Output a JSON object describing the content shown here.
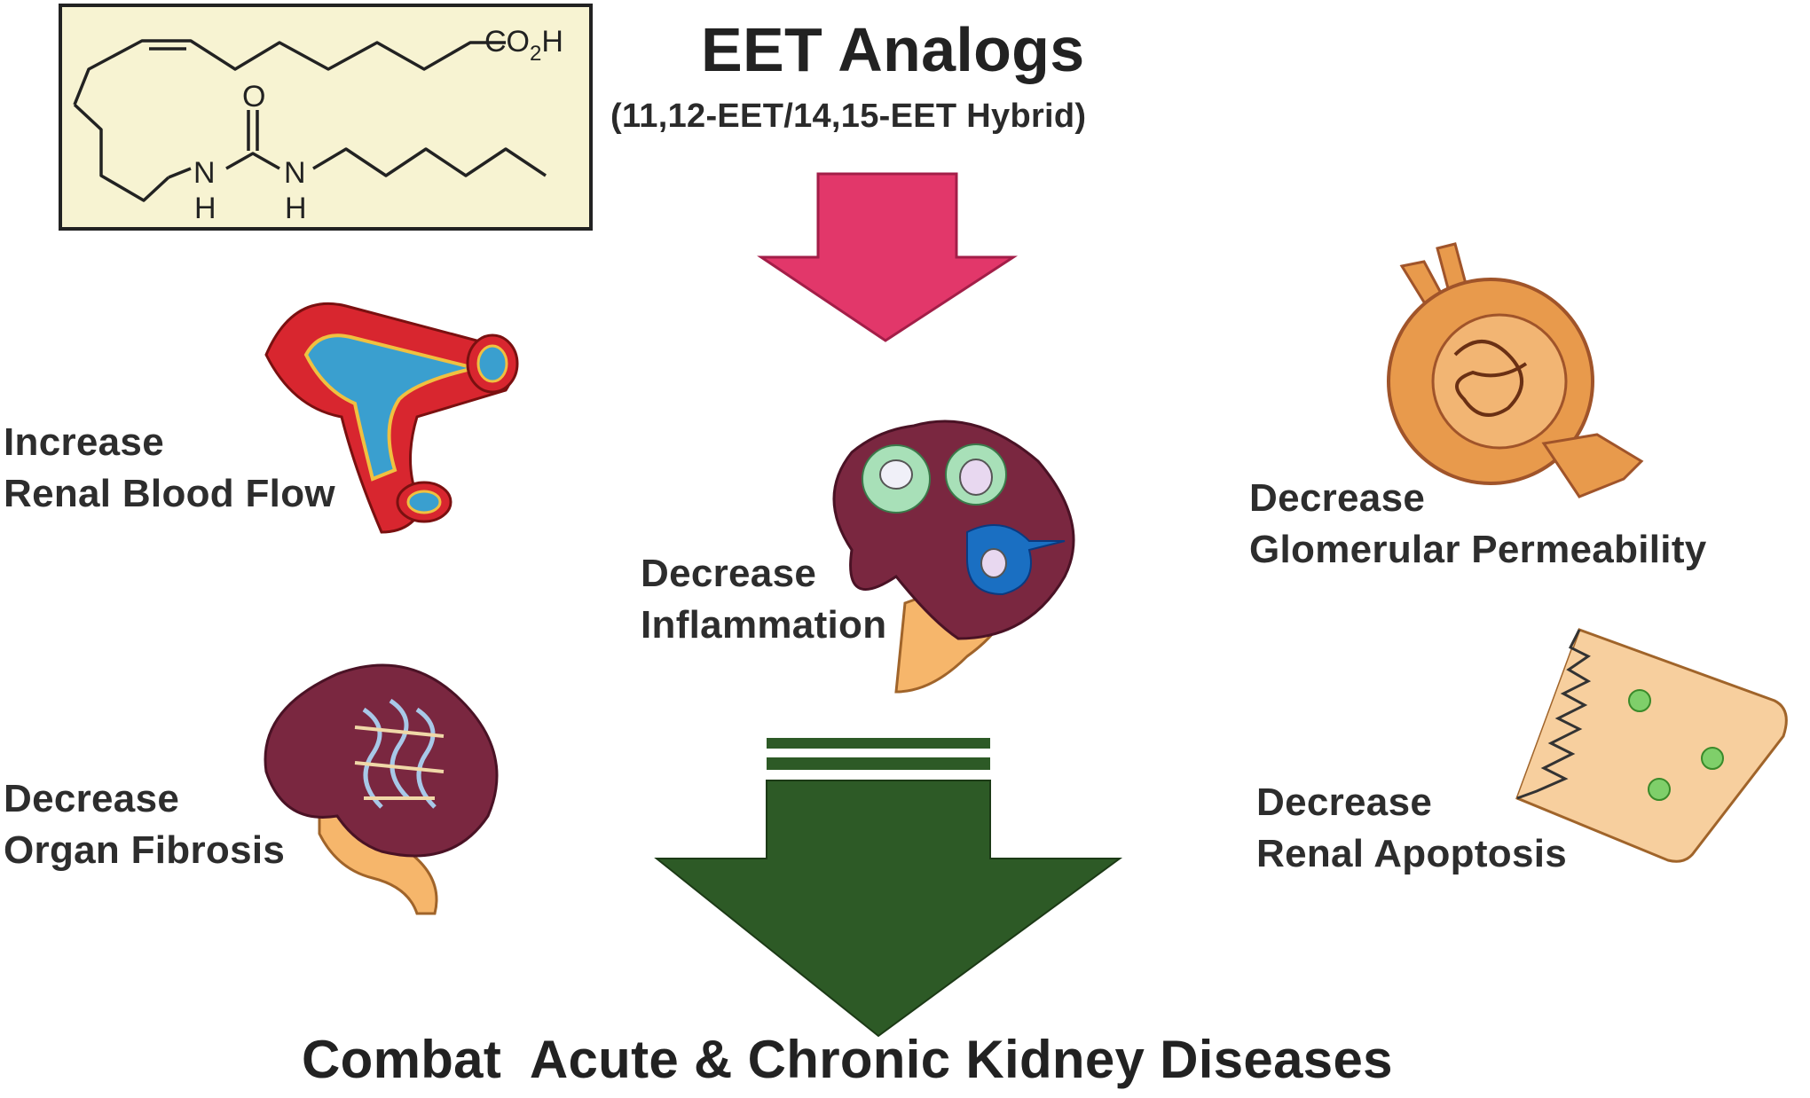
{
  "header": {
    "title": "EET Analogs",
    "subtitle": "(11,12-EET/14,15-EET Hybrid)"
  },
  "structure": {
    "group_text": "CO",
    "group_sub": "2",
    "group_tail": "H",
    "carbonyl_atom": "O",
    "nitrogen_atom": "N",
    "hydrogen_atom": "H"
  },
  "effects": {
    "blood_flow": [
      "Increase",
      "Renal Blood Flow"
    ],
    "inflammation": [
      "Decrease",
      "Inflammation"
    ],
    "glomerular": [
      "Decrease",
      "Glomerular Permeability"
    ],
    "fibrosis": [
      "Decrease",
      "Organ Fibrosis"
    ],
    "apoptosis": [
      "Decrease",
      "Renal Apoptosis"
    ]
  },
  "footer": {
    "conclusion": "Combat  Acute & Chronic Kidney Diseases"
  },
  "colors": {
    "structure_box": "#f7f3d2",
    "pink_arrow": "#e2376a",
    "green_arrow": "#2d5a26",
    "kidney": "#7a2740",
    "vessel": "#d8262f",
    "glomerulus": "#e89a4c",
    "tissue": "#f7cf9e"
  }
}
